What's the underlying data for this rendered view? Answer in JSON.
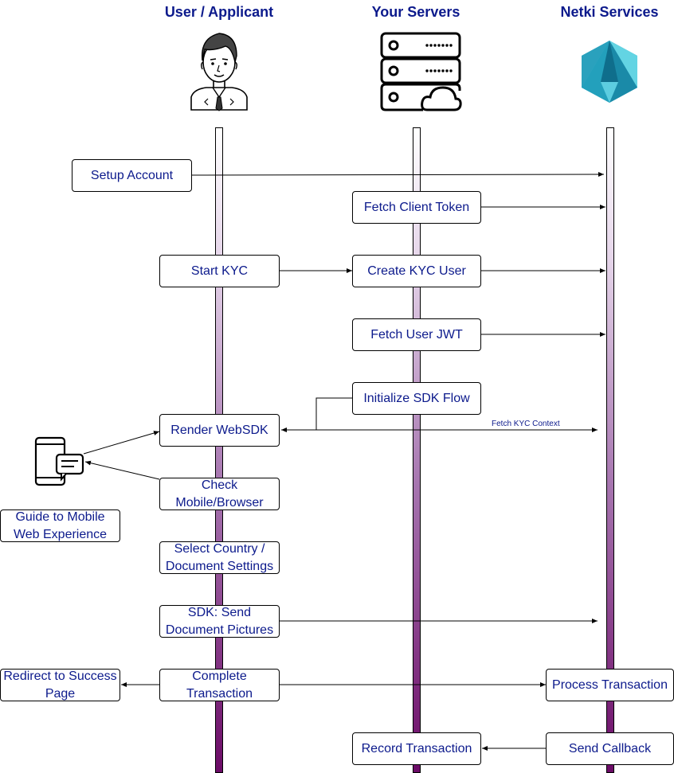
{
  "headers": {
    "user": "User / Applicant",
    "servers": "Your Servers",
    "netki": "Netki Services"
  },
  "steps": {
    "setup_account": "Setup Account",
    "fetch_client_token": "Fetch Client Token",
    "start_kyc": "Start KYC",
    "create_kyc_user": "Create KYC User",
    "fetch_user_jwt": "Fetch User JWT",
    "initialize_sdk_flow": "Initialize SDK Flow",
    "render_websdk": "Render WebSDK",
    "check_mobile_browser": "Check\nMobile/Browser",
    "guide_mobile": "Guide to Mobile\nWeb Experience",
    "select_country": "Select Country /\nDocument Settings",
    "send_document_pictures": "SDK: Send\nDocument Pictures",
    "complete_transaction": "Complete\nTransaction",
    "redirect_success": "Redirect to Success\nPage",
    "process_transaction": "Process Transaction",
    "record_transaction": "Record Transaction",
    "send_callback": "Send Callback"
  },
  "labels": {
    "fetch_kyc_context": "Fetch KYC Context"
  },
  "icons": {
    "user": "person-avatar-icon",
    "servers": "server-cloud-icon",
    "netki": "netki-logo-icon",
    "mobile": "mobile-phone-icon"
  },
  "colors": {
    "text": "#0c1a8c",
    "lane_top": "#ffffff",
    "lane_bottom": "#6c0b67",
    "logo_light": "#5ad0e0",
    "logo_dark": "#1a8aa8"
  }
}
